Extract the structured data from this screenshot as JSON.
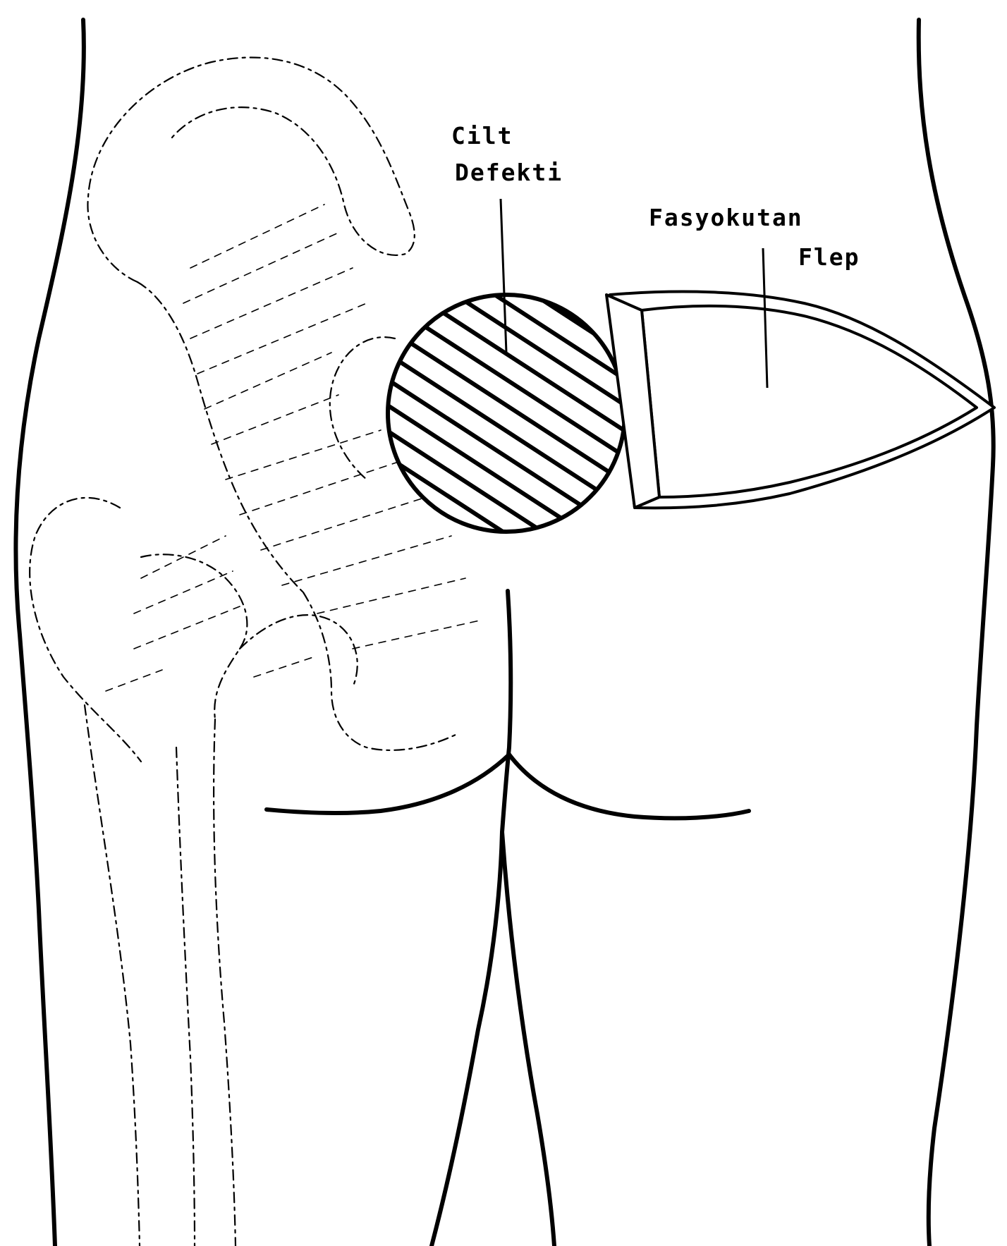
{
  "labels": {
    "defect_line1": "Cilt",
    "defect_line2": "Defekti",
    "flap_line1": "Fasyokutan",
    "flap_line2": "Flep"
  },
  "colors": {
    "ink": "#000000",
    "paper": "#ffffff"
  }
}
